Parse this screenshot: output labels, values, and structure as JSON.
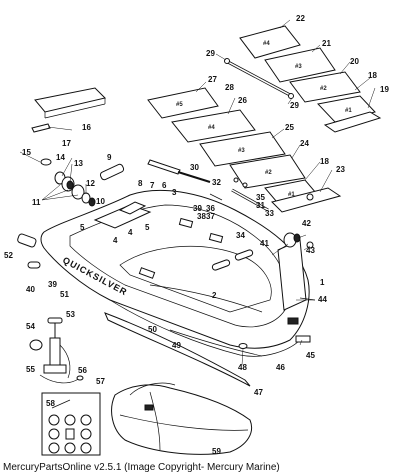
{
  "footer": "MercuryPartsOnline v2.5.1 (Image Copyright- Mercury Marine)",
  "brand": "QUICKSILVER",
  "floor_labels": [
    "#1",
    "#2",
    "#3",
    "#4",
    "#5",
    "#4",
    "#3",
    "#2",
    "#1"
  ],
  "part_numbers": [
    "1",
    "2",
    "3",
    "4",
    "4",
    "5",
    "5",
    "6",
    "7",
    "8",
    "9",
    "10",
    "11",
    "12",
    "13",
    "14",
    "15",
    "16",
    "17",
    "18",
    "18",
    "19",
    "20",
    "21",
    "22",
    "23",
    "24",
    "25",
    "26",
    "27",
    "28",
    "29",
    "29",
    "30",
    "31",
    "32",
    "33",
    "34",
    "35",
    "36",
    "37",
    "38",
    "39",
    "39",
    "40",
    "41",
    "42",
    "43",
    "44",
    "45",
    "46",
    "47",
    "48",
    "49",
    "50",
    "51",
    "52",
    "53",
    "54",
    "55",
    "56",
    "57",
    "58",
    "59"
  ]
}
